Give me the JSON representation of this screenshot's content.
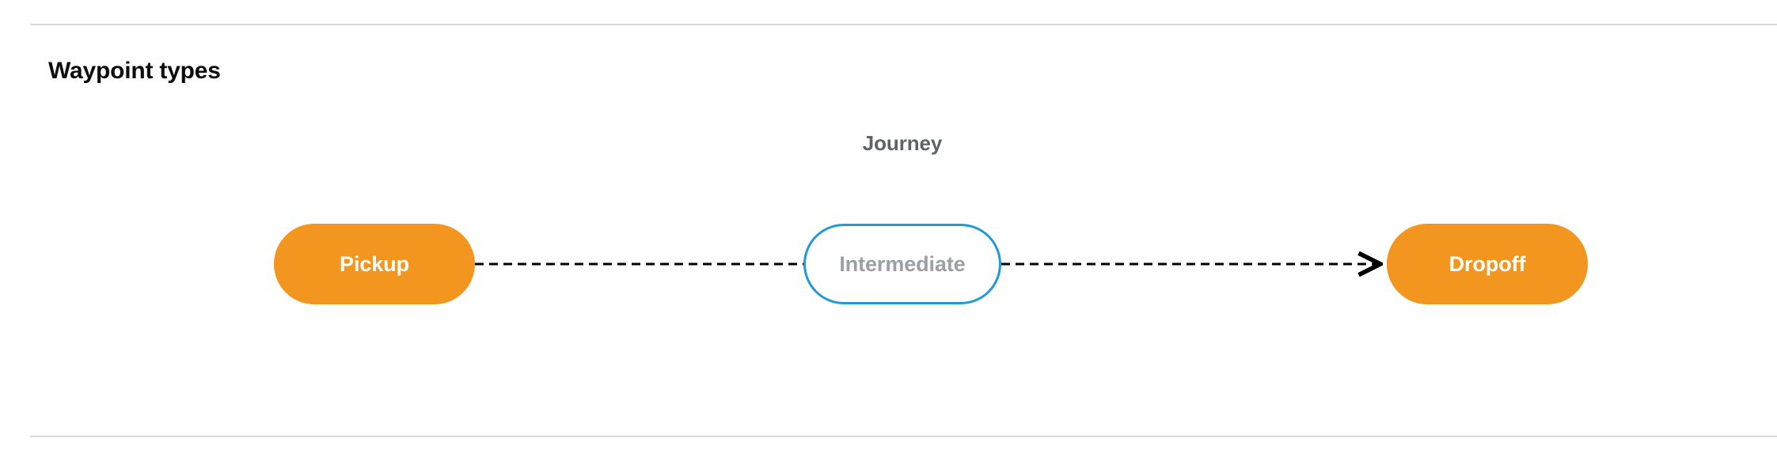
{
  "section": {
    "title": "Waypoint types"
  },
  "diagram": {
    "type": "flow",
    "cluster_label": "Journey",
    "nodes": [
      {
        "id": "pickup",
        "label": "Pickup",
        "style": "filled-pill",
        "fill": "#f2961f",
        "text_color": "#ffffff"
      },
      {
        "id": "intermediate",
        "label": "Intermediate",
        "style": "outlined-pill",
        "fill": "#ffffff",
        "border_color": "#1e9ad6",
        "text_color": "#9aa0a6"
      },
      {
        "id": "dropoff",
        "label": "Dropoff",
        "style": "filled-pill",
        "fill": "#f2961f",
        "text_color": "#ffffff"
      }
    ],
    "edges": [
      {
        "from": "pickup",
        "to": "intermediate",
        "style": "dashed",
        "arrowhead": false,
        "color": "#000000"
      },
      {
        "from": "intermediate",
        "to": "dropoff",
        "style": "dashed",
        "arrowhead": true,
        "color": "#000000"
      }
    ]
  },
  "colors": {
    "accent_orange": "#f2961f",
    "accent_blue": "#1e9ad6",
    "divider": "#d9dadb",
    "muted_text": "#5f6368"
  }
}
